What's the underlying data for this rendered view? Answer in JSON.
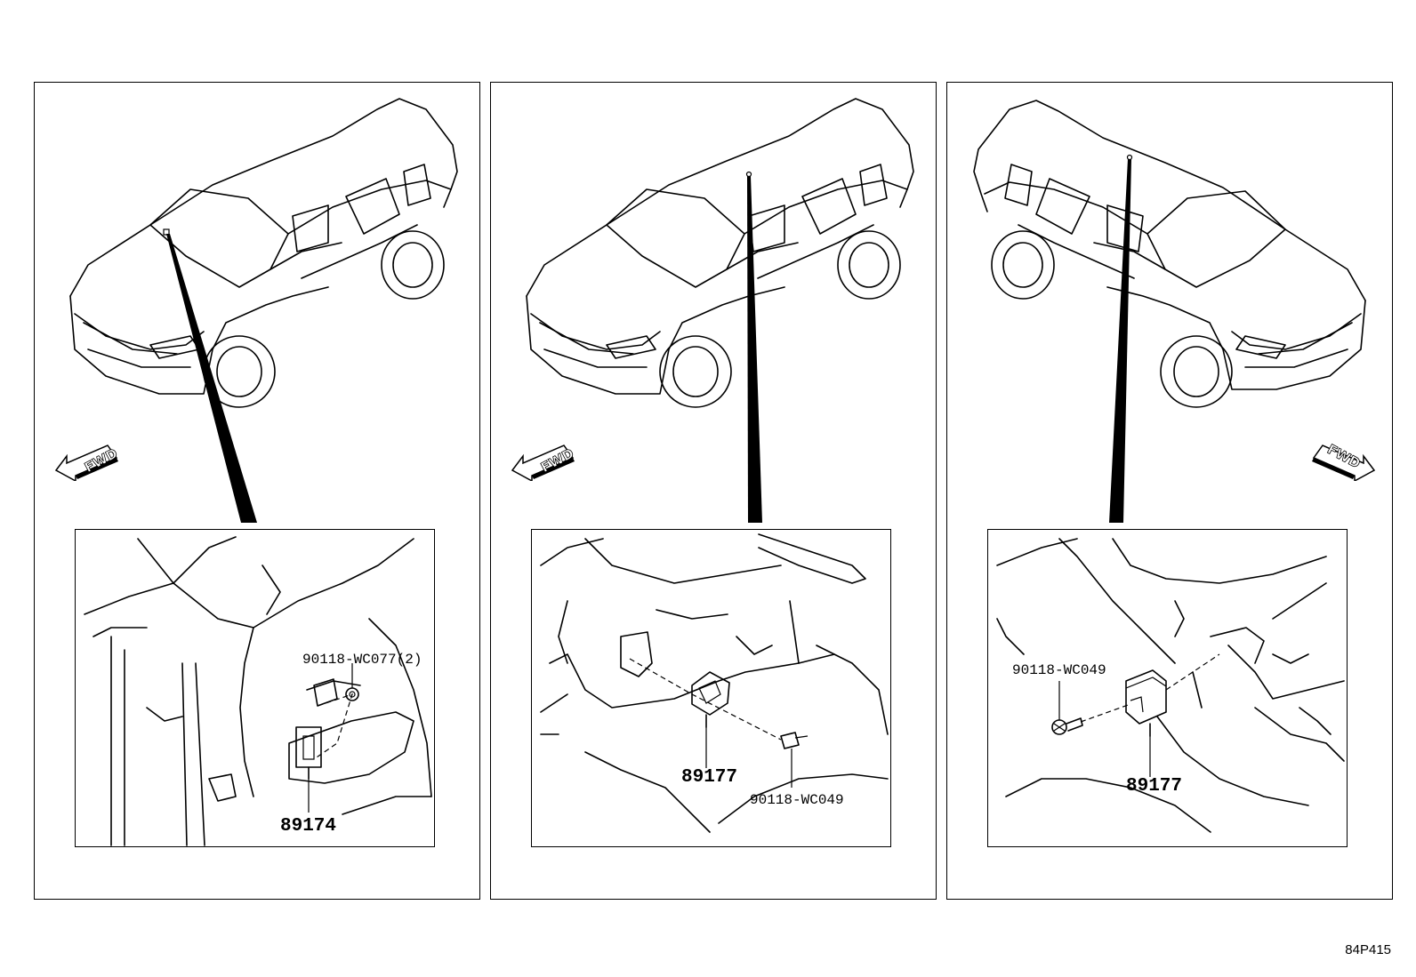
{
  "panels": [
    {
      "fwd_label": "FWD",
      "fwd_direction": "left",
      "parts": [
        "90118-WC077(2)",
        "89174"
      ]
    },
    {
      "fwd_label": "FWD",
      "fwd_direction": "left",
      "parts": [
        "89177",
        "90118-WC049"
      ]
    },
    {
      "fwd_label": "FWD",
      "fwd_direction": "right",
      "parts": [
        "90118-WC049",
        "89177"
      ]
    }
  ],
  "diagram_code": "84P415"
}
